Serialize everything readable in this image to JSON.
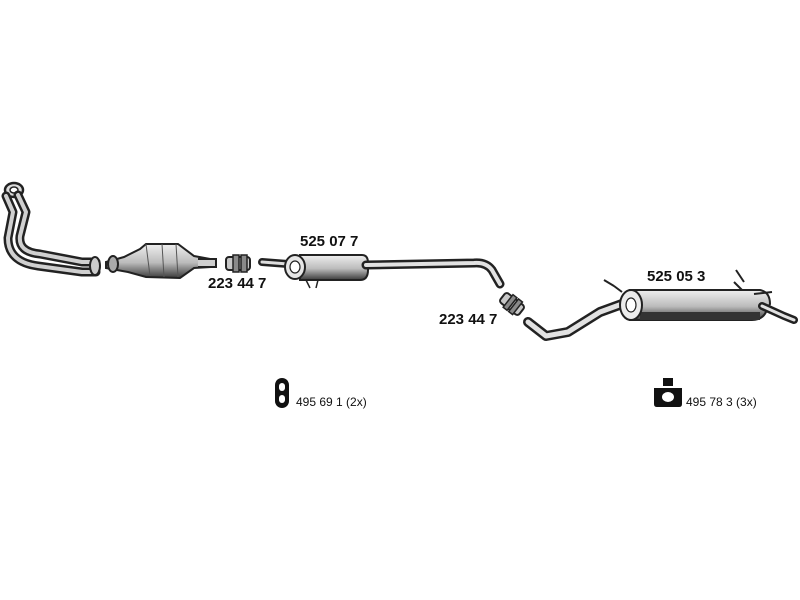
{
  "parts": {
    "front_pipe": {
      "icon": "front-pipe-icon"
    },
    "catalytic_converter": {
      "icon": "catalytic-converter-icon"
    },
    "clamp_1": {
      "number": "223 44 7",
      "icon": "clamp-icon"
    },
    "middle_silencer": {
      "number": "525 07 7",
      "icon": "middle-silencer-icon"
    },
    "clamp_2": {
      "number": "223 44 7",
      "icon": "clamp-icon"
    },
    "rear_silencer": {
      "number": "525 05 3",
      "icon": "rear-silencer-icon"
    }
  },
  "accessories": [
    {
      "text": "495 69 1 (2x)",
      "icon": "rubber-hanger-icon"
    },
    {
      "text": "495 78 3 (3x)",
      "icon": "rubber-mount-icon"
    }
  ],
  "colors": {
    "stroke": "#222222",
    "fill_light": "#d9d9d9",
    "fill_dark": "#444444"
  }
}
